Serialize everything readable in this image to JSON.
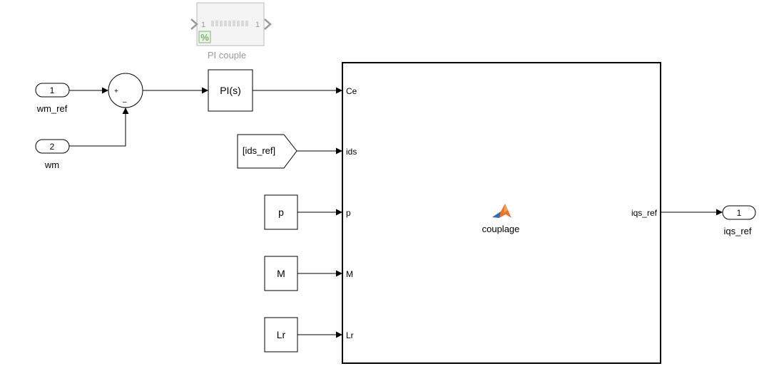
{
  "diagram": {
    "commented_block": {
      "name": "PI couple",
      "in_port": "1",
      "out_port": "1",
      "icon": "percent-comment-icon"
    },
    "inports": [
      {
        "number": "1",
        "name": "wm_ref"
      },
      {
        "number": "2",
        "name": "wm"
      }
    ],
    "sum_block": {
      "sign_plus": "+",
      "sign_minus": "–"
    },
    "transfer_block": {
      "label": "PI(s)"
    },
    "goto_from": {
      "label": "[ids_ref]"
    },
    "constants": [
      {
        "label": "p"
      },
      {
        "label": "M"
      },
      {
        "label": "Lr"
      }
    ],
    "function_block": {
      "name": "couplage",
      "icon": "matlab-logo-icon",
      "inputs": [
        "Ce",
        "ids",
        "p",
        "M",
        "Lr"
      ],
      "output": "iqs_ref"
    },
    "outport": {
      "number": "1",
      "name": "iqs_ref"
    },
    "colors": {
      "line": "#000000",
      "block_fill": "#ffffff",
      "commented": "#b0b0b0",
      "matlab_orange": "#e8742a",
      "matlab_blue": "#2a6fb5"
    }
  }
}
